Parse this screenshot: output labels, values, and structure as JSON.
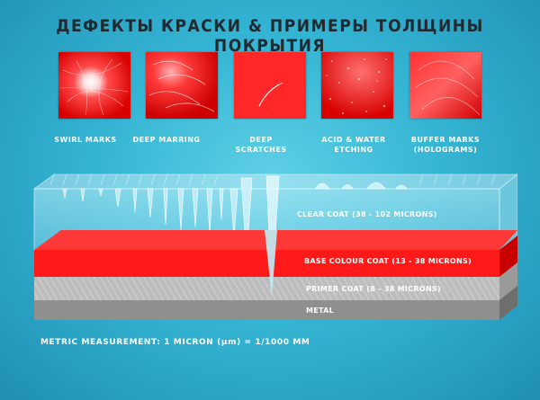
{
  "title": "ДЕФЕКТЫ КРАСКИ & ПРИМЕРЫ ТОЛЩИНЫ ПОКРЫТИЯ",
  "defects": [
    {
      "label": "SWIRL MARKS",
      "icon": "swirl-marks-photo"
    },
    {
      "label": "DEEP MARRING",
      "icon": "deep-marring-photo"
    },
    {
      "label": "DEEP\nSCRATCHES",
      "icon": "deep-scratches-photo"
    },
    {
      "label": "ACID & WATER\nETCHING",
      "icon": "acid-water-etching-photo"
    },
    {
      "label": "BUFFER MARKS\n(HOLOGRAMS)",
      "icon": "buffer-marks-photo"
    }
  ],
  "layers": {
    "clear_coat": "CLEAR COAT (38 - 102 MICRONS)",
    "base_coat": "BASE COLOUR COAT (13 - 38 MICRONS)",
    "primer_coat": "PRIMER COAT (8 - 38 MICRONS)",
    "metal": "METAL"
  },
  "footer": "METRIC MEASUREMENT: 1 MICRON (µm) = 1/1000 MM",
  "colors": {
    "paint_red": "#ff1a1a",
    "primer_gray": "#bcbcbc",
    "metal_gray": "#8f8f8f",
    "background": "#35b5d4",
    "title": "#222a30"
  }
}
